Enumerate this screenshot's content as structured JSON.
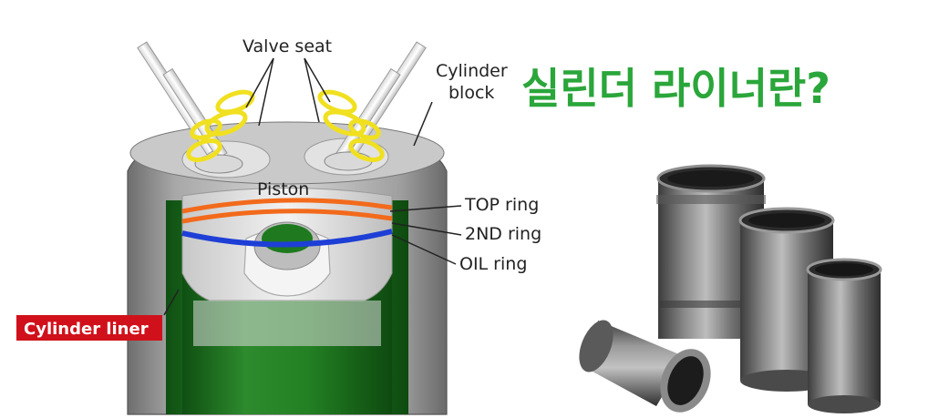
{
  "title": "실린더 라이너란?",
  "labels": {
    "valve_seat": "Valve seat",
    "cylinder_block_line1": "Cylinder",
    "cylinder_block_line2": "block",
    "piston": "Piston",
    "top_ring": "TOP ring",
    "second_ring": "2ND ring",
    "oil_ring": "OIL ring",
    "cylinder_liner": "Cylinder liner"
  },
  "colors": {
    "title": "#2aa63a",
    "liner_green": "#1f7a1f",
    "liner_badge": "#d0111b",
    "valve_seat_ring": "#f0e020",
    "top_ring": "#f26a1b",
    "second_ring": "#f26a1b",
    "oil_ring": "#1e3fd6",
    "block_gray": "#9a9a9a"
  }
}
